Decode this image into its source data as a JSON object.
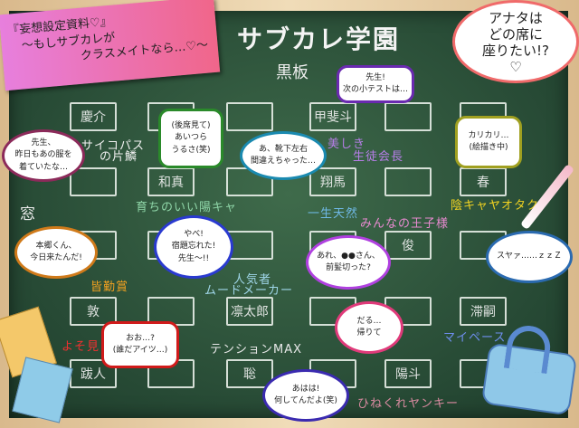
{
  "banner": {
    "line1": "『妄想設定資料♡』",
    "line2": "〜もしサブカレが",
    "line3": "クラスメイトなら…♡〜"
  },
  "title": "サブカレ学園",
  "blackboard_label": "黒板",
  "window_label": "窓",
  "question": "アナタは\nどの席に\n座りたい!?\n♡",
  "seats": [
    [
      "慶介",
      "",
      "",
      "甲斐斗",
      "",
      ""
    ],
    [
      "",
      "和真",
      "",
      "翔馬",
      "",
      "春"
    ],
    [
      "",
      "",
      "",
      "",
      "俊",
      ""
    ],
    [
      "敦",
      "",
      "凛太郎",
      "",
      "",
      "滞嗣"
    ],
    [
      "跋人",
      "",
      "聡",
      "",
      "陽斗",
      ""
    ]
  ],
  "tags": [
    {
      "text": "サイコパス",
      "color": "#f0f0f0"
    },
    {
      "text": "の片鱗",
      "color": "#f0f0f0"
    },
    {
      "text": "育ちのいい陽キャ",
      "color": "#8fd6a8"
    },
    {
      "text": "美しき",
      "color": "#b77ee8"
    },
    {
      "text": "生徒会長",
      "color": "#b77ee8"
    },
    {
      "text": "一生天然",
      "color": "#6fb9e6"
    },
    {
      "text": "陰キャヤオタク",
      "color": "#f2d321"
    },
    {
      "text": "みんなの王子様",
      "color": "#e88ad0"
    },
    {
      "text": "皆勤賞",
      "color": "#f0a020"
    },
    {
      "text": "人気者",
      "color": "#9fd6e8"
    },
    {
      "text": "ムードメーカー",
      "color": "#9fd6e8"
    },
    {
      "text": "よそ見",
      "color": "#f03030"
    },
    {
      "text": "テンションMAX",
      "color": "#e8e8e8"
    },
    {
      "text": "マイペース",
      "color": "#6f8ff0"
    },
    {
      "text": "ひねくれヤンキー",
      "color": "#d98aa0"
    }
  ],
  "bubbles": [
    {
      "text": "先生、\n昨日もあの服を\n着ていたな…",
      "color": "#8c2a5a"
    },
    {
      "text": "(後席見て)\nあいつら\nうるさ(笑)",
      "color": "#2a8a2a"
    },
    {
      "text": "あ、靴下左右\n間違えちゃった…",
      "color": "#1a8ab0"
    },
    {
      "text": "先生!\n次の小テストは…",
      "color": "#6a2ab0"
    },
    {
      "text": "カリカリ…\n(絵描き中)",
      "color": "#a0a020"
    },
    {
      "text": "本郷くん、\n今日来たんだ!",
      "color": "#d07a1a"
    },
    {
      "text": "やべ!\n宿題忘れた!\n先生〜!!",
      "color": "#2a3ad0"
    },
    {
      "text": "あれ、●●さん、\n前髪切った?",
      "color": "#b040e0"
    },
    {
      "text": "スヤァ……ｚｚＺ",
      "color": "#2a6ab0"
    },
    {
      "text": "おお…?\n(誰だアイツ…)",
      "color": "#d01a1a"
    },
    {
      "text": "だる…\n帰りて",
      "color": "#e03a7a"
    },
    {
      "text": "あはは!\n何してんだよ(笑)",
      "color": "#3a2ab0"
    }
  ]
}
